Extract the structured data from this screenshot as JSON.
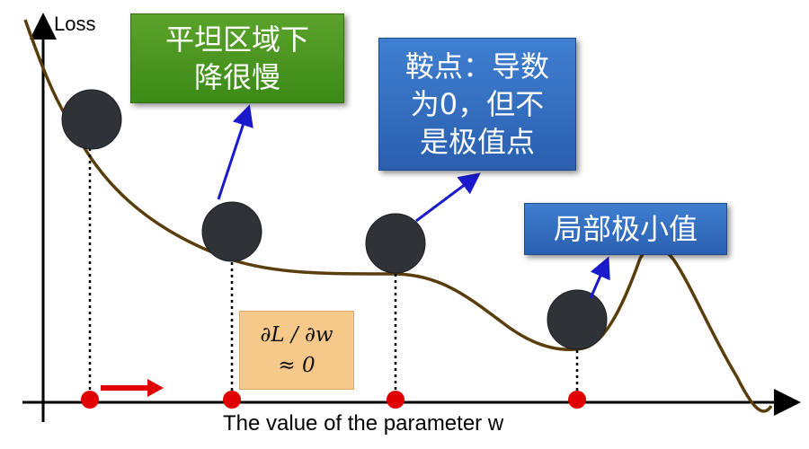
{
  "y_axis_label": "Loss",
  "x_axis_label": "The value of the parameter w",
  "annotations": {
    "plateau": "平坦区域下\n降很慢",
    "saddle": "鞍点：导数\n为0，但不\n是极值点",
    "local_min": "局部极小值",
    "gradient_line1": "∂L / ∂w",
    "gradient_line2": "≈ 0"
  },
  "colors": {
    "curve": "#5a3d0c",
    "ball": "#2f3237",
    "marker": "#e00000",
    "pointer_arrow": "#1a1acc",
    "move_arrow": "#e00000",
    "green_box": "#4a9a22",
    "blue_box": "#2f67bd",
    "formula_box": "#f6c98a"
  },
  "icons": [
    "ball",
    "red-dot",
    "red-arrow",
    "blue-arrow"
  ]
}
